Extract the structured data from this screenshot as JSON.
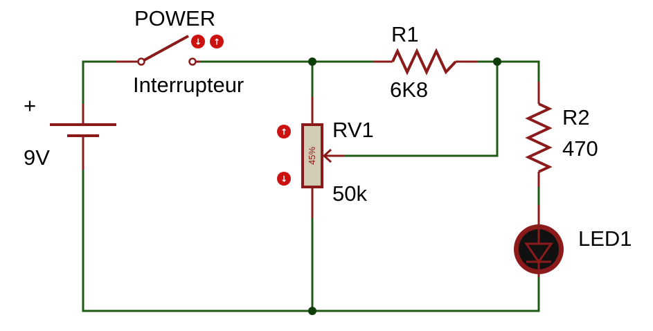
{
  "colors": {
    "wire": "#1e5a14",
    "component": "#8b1a1a",
    "junction": "#0f3d0a",
    "pot_body": "#d2ccb4",
    "button": "#cc1111"
  },
  "battery": {
    "sign": "+",
    "value": "9V"
  },
  "switch": {
    "name": "POWER",
    "label": "Interrupteur"
  },
  "r1": {
    "name": "R1",
    "value": "6K8"
  },
  "rv1": {
    "name": "RV1",
    "value": "50k",
    "wiper": "45%"
  },
  "r2": {
    "name": "R2",
    "value": "470"
  },
  "led": {
    "name": "LED1"
  },
  "icons": {
    "down": "arrow-down-icon",
    "up": "arrow-up-icon"
  }
}
